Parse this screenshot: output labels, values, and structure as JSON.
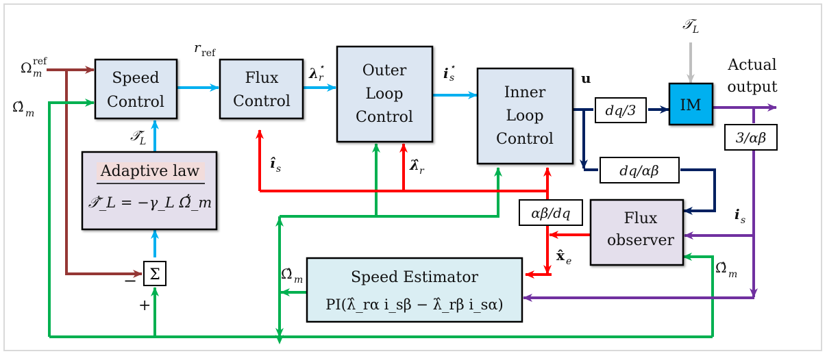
{
  "diagram": {
    "type": "control block diagram",
    "colors": {
      "block_fill": "#dce6f2",
      "block_purple_fill": "#e4dfec",
      "estimator_fill": "#daeef3",
      "im_fill": "#00b0f0",
      "reference_line": "#953735",
      "speed_line": "#00b050",
      "forward_line": "#00b0f0",
      "estimate_line": "#ff0000",
      "voltage_line": "#002060",
      "current_line": "#7030a0",
      "load_line": "#bfbfbf",
      "adaptive_highlight": "#f2dcdb"
    },
    "blocks": {
      "speed_control": [
        "Speed",
        "Control"
      ],
      "flux_control": [
        "Flux",
        "Control"
      ],
      "outer_loop": [
        "Outer",
        "Loop",
        "Control"
      ],
      "inner_loop": [
        "Inner",
        "Loop",
        "Control"
      ],
      "im": "IM",
      "adaptive_law_title": "Adaptive law",
      "adaptive_law_eq": "𝒯̂̇_L = −γ_L Ω̃̇_m",
      "flux_observer": [
        "Flux",
        "observer"
      ],
      "speed_estimator_title": "Speed  Estimator",
      "speed_estimator_eq": "PI(λ̂_rα i_sβ − λ̂_rβ i_sα)",
      "sum": "Σ"
    },
    "transforms": {
      "dq3": "dq/3",
      "dq_ab": "dq/αβ",
      "ab_dq": "αβ/dq",
      "three_ab": "3/αβ"
    },
    "signals": {
      "omega_ref": "Ω",
      "omega_ref_sup": "ref",
      "omega_ref_sub": "m",
      "omega_hat": "Ω̂",
      "omega_hat_sub": "m",
      "r_ref": "r",
      "r_ref_sub": "ref",
      "lambda_star": "λ",
      "lambda_star_sup": "⋆",
      "lambda_star_sub": "r",
      "is_star": "i",
      "is_star_sup": "⋆",
      "is_star_sub": "s",
      "u": "u",
      "load_torque": "𝒯",
      "load_torque_sub": "L",
      "tl_hat": "𝒯̂",
      "tl_hat_sub": "L",
      "is_hat": "î",
      "is_hat_sub": "s",
      "lambda_hat": "λ̂",
      "lambda_hat_sub": "r",
      "is": "i",
      "is_sub": "s",
      "xe_hat": "x̂",
      "xe_hat_sub": "e",
      "actual_output": [
        "Actual",
        "output"
      ],
      "minus": "−",
      "plus": "+"
    }
  }
}
